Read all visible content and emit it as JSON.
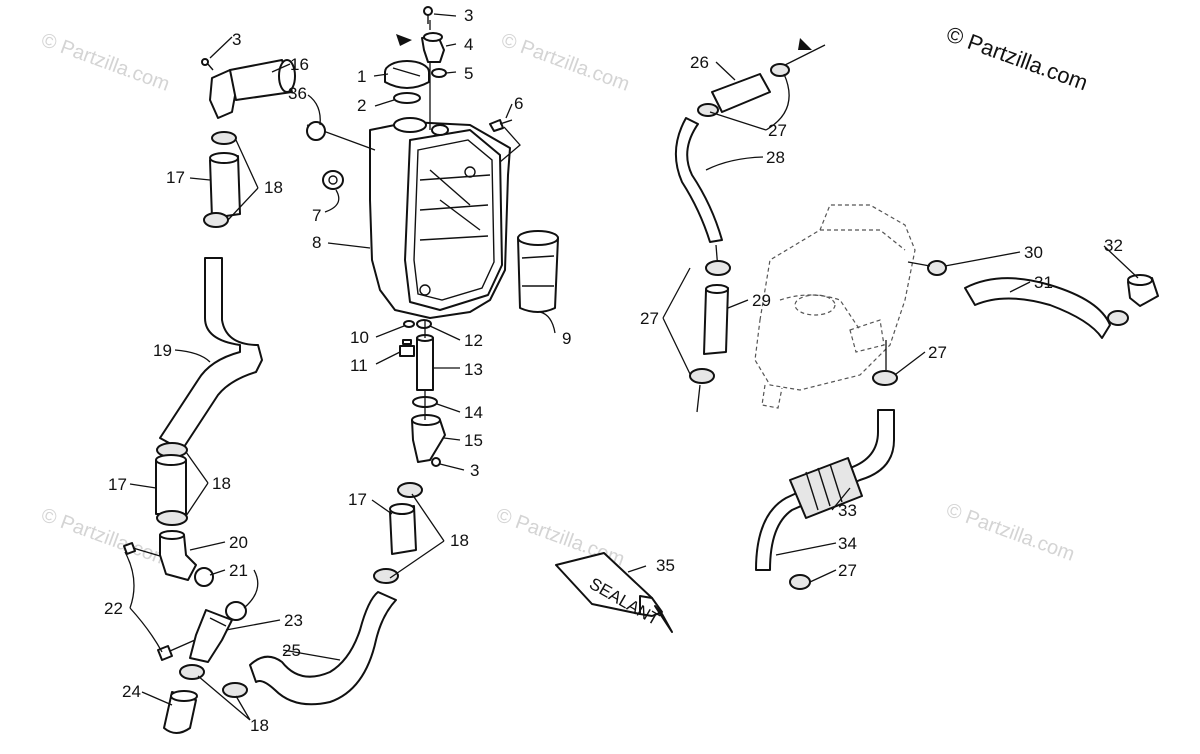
{
  "copyright": "© Partzilla.com",
  "watermark": "© Partzilla.com",
  "tube_label": "SEALANT",
  "callouts": [
    "1",
    "2",
    "3",
    "3",
    "3",
    "4",
    "5",
    "6",
    "7",
    "8",
    "9",
    "10",
    "11",
    "12",
    "13",
    "14",
    "15",
    "16",
    "17",
    "17",
    "17",
    "18",
    "18",
    "18",
    "18",
    "19",
    "20",
    "21",
    "22",
    "23",
    "24",
    "25",
    "26",
    "27",
    "27",
    "27",
    "27",
    "28",
    "29",
    "30",
    "31",
    "32",
    "33",
    "34",
    "35",
    "36"
  ]
}
